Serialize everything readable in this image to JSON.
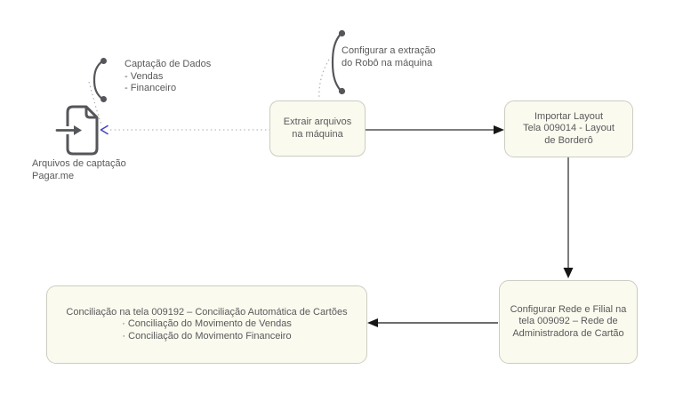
{
  "diagram": {
    "source": {
      "icon": "file-import-icon",
      "label": "Arquivos de captação\nPagar.me"
    },
    "annotations": {
      "captacao": "Captação de Dados\n- Vendas\n- Financeiro",
      "robo": "Configurar a extração\ndo Robô na máquina"
    },
    "nodes": {
      "extrair": "Extrair arquivos\nna máquina",
      "importar": "Importar Layout\nTela 009014 - Layout\nde Borderô",
      "rede": "Configurar Rede e Filial na\ntela 009092 – Rede de\nAdministradora de Cartão",
      "conciliacao": "Conciliação na tela 009192 – Conciliação Automática de Cartões\n· Conciliação do Movimento de Vendas\n· Conciliação do Movimento Financeiro"
    },
    "colors": {
      "node_fill": "#fbfaee",
      "node_border": "#ccccc1",
      "text": "#58595b",
      "icon_gray": "#55565a",
      "connector_gray": "#7d7d7d",
      "arrowhead_black": "#161616",
      "dotted_gray": "#a8a8a8",
      "accent_blue": "#4343c8"
    }
  }
}
